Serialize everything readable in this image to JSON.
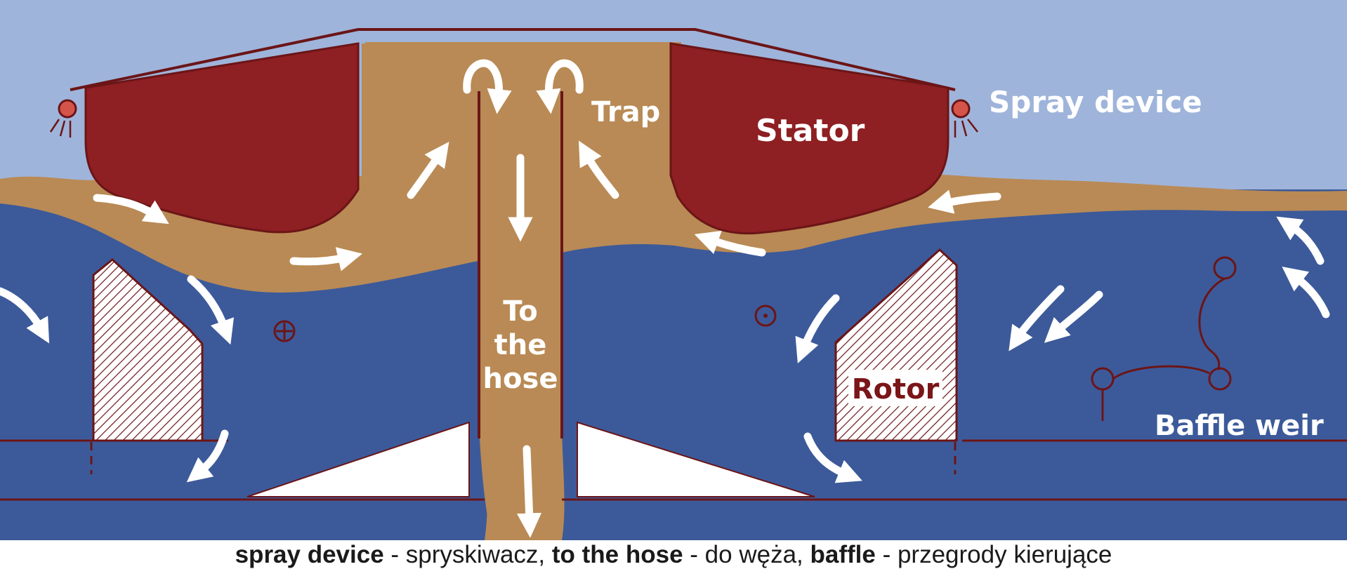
{
  "labels": {
    "spray_device": "Spray device",
    "stator": "Stator",
    "trap": "Trap",
    "to_the_hose_1": "To",
    "to_the_hose_2": "the",
    "to_the_hose_3": "hose",
    "rotor": "Rotor",
    "baffle_weir": "Baffle weir"
  },
  "caption": {
    "t1_bold": "spray device",
    "t1_rest": " - spryskiwacz, ",
    "t2_bold": "to the hose",
    "t2_rest": " - do węża, ",
    "t3_bold": "baffle",
    "t3_rest": " - przegrody kierujące"
  },
  "colors": {
    "sky": "#9fb4da",
    "water": "#3c5a9a",
    "foam": "#b98a55",
    "stator": "#8e1f22",
    "outline": "#6b1517",
    "arrow": "#ffffff"
  }
}
